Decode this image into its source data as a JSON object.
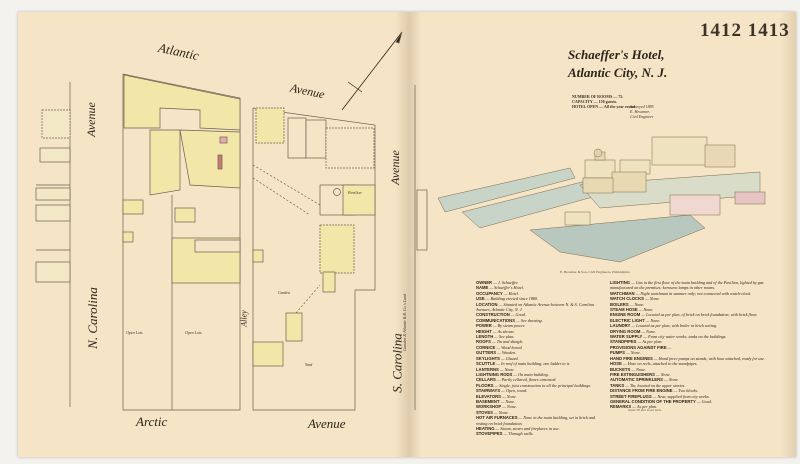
{
  "page_numbers": "1412 1413",
  "map": {
    "streets": {
      "atlantic": "Atlantic",
      "atlantic_avenue": "Avenue",
      "arctic": "Arctic",
      "arctic_avenue": "Avenue",
      "n_carolina": "N. Carolina",
      "n_carolina_avenue": "Avenue",
      "s_carolina": "S. Carolina",
      "s_carolina_avenue": "Avenue",
      "alley": "Alley"
    },
    "lot_labels": {
      "open_lots_1": "Open Lots",
      "open_lots_2": "Open Lots",
      "garden": "Garden",
      "yard": "Yard",
      "pavilion": "Pavilion"
    },
    "railroad_note": "Camden & Atlantic R.R. Co.'s Land",
    "colors": {
      "paper": "#f5e4c6",
      "frame_building": "#f2e6a8",
      "brick_building": "#e7a9b3",
      "line": "#6b6150"
    }
  },
  "hotel": {
    "title_line1": "Schaeffer's Hotel,",
    "title_line2": "Atlantic City, N. J.",
    "summary": [
      "NUMBER OF ROOMS — 75.",
      "CAPACITY — 150 guests.",
      "HOTEL OPEN — All the year round."
    ],
    "survey_note": [
      "Surveyed 1885",
      "E. Hexamer,",
      "Civil Engineer"
    ],
    "illustration_caption": "E. Hexamer & Son, Civil Engineers, Philadelphia",
    "scale": "Scale 50 feet to an inch.",
    "left_column": [
      {
        "label": "OWNER",
        "value": "— J. Schaeffer."
      },
      {
        "label": "NAME",
        "value": "— Schaeffer's Hotel."
      },
      {
        "label": "OCCUPANCY",
        "value": "— Hotel."
      },
      {
        "label": "USE",
        "value": "— Building erected since 1880."
      },
      {
        "label": "LOCATION",
        "value": "— Situated on Atlantic Avenue between N. & S. Carolina Avenues, Atlantic City, N. J."
      },
      {
        "label": "CONSTRUCTION",
        "value": "— Good."
      },
      {
        "label": "COMMUNICATIONS",
        "value": "— See drawing."
      },
      {
        "label": "POWER",
        "value": "— By steam power."
      },
      {
        "label": "HEIGHT",
        "value": "— As shown."
      },
      {
        "label": "LENGTH",
        "value": "— See plan."
      },
      {
        "label": "ROOFS",
        "value": "— Tin and shingle."
      },
      {
        "label": "CORNICE",
        "value": "— Wood boxed."
      },
      {
        "label": "GUTTERS",
        "value": "— Wooden."
      },
      {
        "label": "SKYLIGHTS",
        "value": "— Glazed."
      },
      {
        "label": "SCUTTLE",
        "value": "— In roof of main building, one ladder to it."
      },
      {
        "label": "LANTERNS",
        "value": "— None."
      },
      {
        "label": "LIGHTNING RODS",
        "value": "— On main building."
      },
      {
        "label": "CELLARS",
        "value": "— Partly cellared, floors cemented."
      },
      {
        "label": "FLOORS",
        "value": "— Single, joist construction in all the principal buildings."
      },
      {
        "label": "STAIRWAYS",
        "value": "— Open, wood."
      },
      {
        "label": "ELEVATORS",
        "value": "— None."
      },
      {
        "label": "BASEMENT",
        "value": "— None."
      },
      {
        "label": "WORKSHOP",
        "value": "— None."
      },
      {
        "label": "STOVES",
        "value": "— None."
      },
      {
        "label": "HOT AIR FURNACES",
        "value": "— None in the main building, set in brick and resting on brick foundation."
      },
      {
        "label": "HEATING",
        "value": "— Steam, stoves and fireplaces in use."
      },
      {
        "label": "STOVEPIPES",
        "value": "— Through walls."
      }
    ],
    "right_column": [
      {
        "label": "LIGHTING",
        "value": "— Gas in the first floor of the main building and of the Pavilion, lighted by gas manufactured on the premises; kerosene lamps in other rooms."
      },
      {
        "label": "WATCHMAN",
        "value": "— Night watchman in summer only; not connected with watch-clock."
      },
      {
        "label": "WATCH CLOCKS",
        "value": "— None."
      },
      {
        "label": "BOILERS",
        "value": "— None."
      },
      {
        "label": "STEAM HOSE",
        "value": "— None."
      },
      {
        "label": "ENGINE ROOM",
        "value": "— Located as per plan, of brick on brick foundation, with brick floor."
      },
      {
        "label": "ELECTRIC LIGHT",
        "value": "— None."
      },
      {
        "label": "LAUNDRY",
        "value": "— Located as per plan, with boiler in brick setting."
      },
      {
        "label": "DRYING ROOM",
        "value": "— None."
      },
      {
        "label": "WATER SUPPLY",
        "value": "— From city water works; tanks on the buildings."
      },
      {
        "label": "STANDPIPES",
        "value": "— As per plan."
      },
      {
        "label": "PROVISIONS AGAINST FIRE",
        "value": "—"
      },
      {
        "label": "PUMPS",
        "value": "— None."
      },
      {
        "label": "HAND FIRE ENGINES",
        "value": "— Hand force pumps on stands, with hose attached, ready for use."
      },
      {
        "label": "HOSE",
        "value": "— Hose on reels, attached to the standpipes."
      },
      {
        "label": "BUCKETS",
        "value": "— None."
      },
      {
        "label": "FIRE EXTINGUISHERS",
        "value": "— None."
      },
      {
        "label": "AUTOMATIC SPRINKLERS",
        "value": "— None."
      },
      {
        "label": "TANKS",
        "value": "— Tin, located on the upper stories."
      },
      {
        "label": "DISTANCE FROM FIRE ENGINE",
        "value": "— Two blocks."
      },
      {
        "label": "STREET FIREPLUGS",
        "value": "— Near, supplied from city works."
      },
      {
        "label": "GENERAL CONDITION OF THE PROPERTY",
        "value": "— Good."
      },
      {
        "label": "REMARKS",
        "value": "— As per plan."
      }
    ]
  }
}
